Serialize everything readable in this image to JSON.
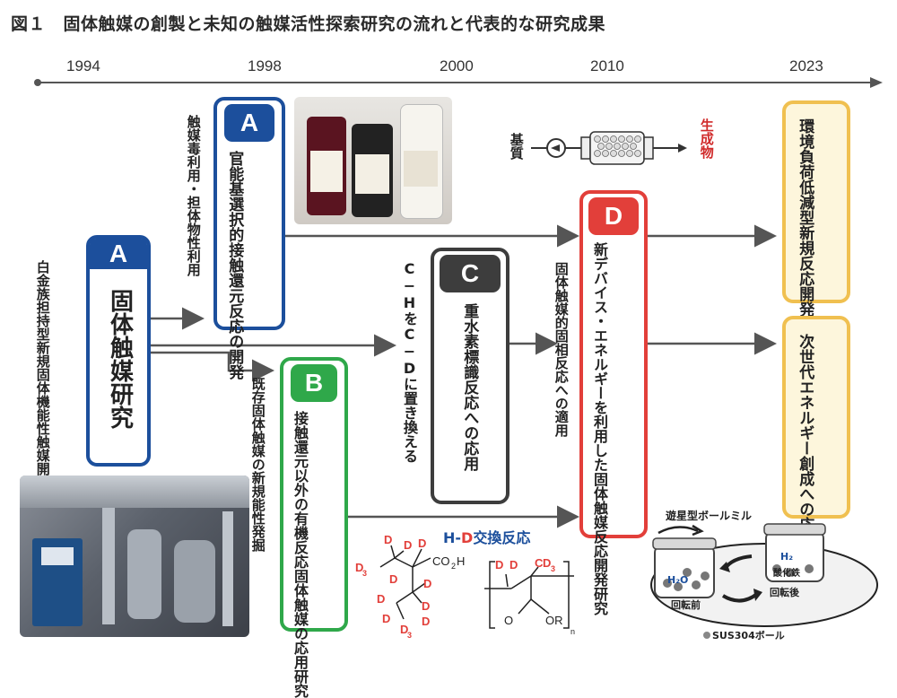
{
  "title": "図１　固体触媒の創製と未知の触媒活性探索研究の流れと代表的な研究成果",
  "timeline": {
    "years": [
      "1994",
      "1998",
      "2000",
      "2010",
      "2023"
    ]
  },
  "colors": {
    "blue": "#1c4f9c",
    "green": "#2fa84a",
    "dark": "#3d3d3d",
    "red": "#e23f3a",
    "yellow": "#f0c050",
    "arrow": "#555555"
  },
  "labels": {
    "left_note": [
      "白金族担持型新規固体",
      "機能性触媒開発研究"
    ],
    "poison_note": "触媒毒利用・担体物性利用",
    "existing_note": "既存固体触媒の新規能性発掘",
    "ch_note": "C−HをC−Dに置き換える",
    "solid_phase_note": "固体触媒的固相反応への適用"
  },
  "boxes": {
    "a_main": {
      "badge": "A",
      "text": "固体触媒研究"
    },
    "a_top": {
      "badge": "A",
      "lines": [
        "官能基選択的接触還元",
        "反応の開発"
      ]
    },
    "b": {
      "badge": "B",
      "lines": [
        "接触還元以外の有機",
        "反応固体触媒の応用研究"
      ]
    },
    "c": {
      "badge": "C",
      "text": "重水素標識反応への応用"
    },
    "d": {
      "badge": "D",
      "lines": [
        "新デバイス・エネルギーを利用した",
        "固体触媒反応開発研究"
      ]
    }
  },
  "results": {
    "env": [
      "環境負荷低減型",
      "新規反応開発"
    ],
    "energy": [
      "次世代エネルギー",
      "創成への応用研究"
    ]
  },
  "flow": {
    "substrate": "基質",
    "product": "生成物"
  },
  "hd": {
    "title_prefix": "H-",
    "title_d": "D",
    "title_suffix": "交換反応"
  },
  "ballmill": {
    "title": "遊星型ボールミル",
    "before": "回転前",
    "after": "回転後",
    "h2o": "H₂O",
    "h2": "H₂",
    "oxide": "酸化鉄",
    "ball": "SUS304ボール"
  }
}
